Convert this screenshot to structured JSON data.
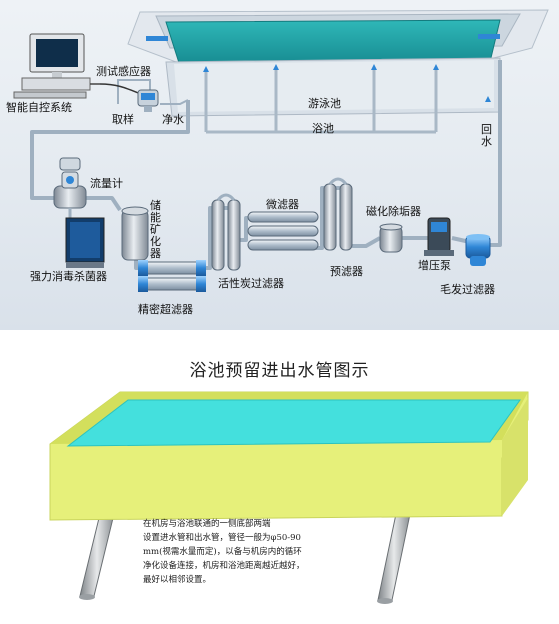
{
  "top": {
    "controller": "智能自控系统",
    "sensor": "测试感应器",
    "sample": "取样",
    "clean_water": "净水",
    "pool_line1": "游泳池",
    "pool_line2": "浴池",
    "return_water": "回水",
    "flow_meter": "流量计",
    "sterilizer": "强力消毒杀菌器",
    "mineralizer": "储能矿化器",
    "precision_filter": "精密超滤器",
    "carbon_filter": "活性炭过滤器",
    "micro_filter": "微滤器",
    "magnetic_descaler": "磁化除垢器",
    "pre_filter": "预滤器",
    "booster_pump": "增压泵",
    "hair_filter": "毛发过滤器"
  },
  "bottom": {
    "title": "浴池预留进出水管图示",
    "note_lines": [
      "在机房与浴池联通的一侧底部两端",
      "设置进水管和出水管，管径一般为φ50-90",
      "mm(视需水量而定)，以备与机房内的循环",
      "净化设备连接，机房和浴池距离越近越好，",
      "最好以相邻设置。"
    ]
  },
  "colors": {
    "pool_water": "#1fa3a6",
    "bath_water": "#44e0dd",
    "bath_body": "#e6f07a",
    "pipe": "#9fb0c0",
    "blue_parts": "#2f86d6"
  }
}
